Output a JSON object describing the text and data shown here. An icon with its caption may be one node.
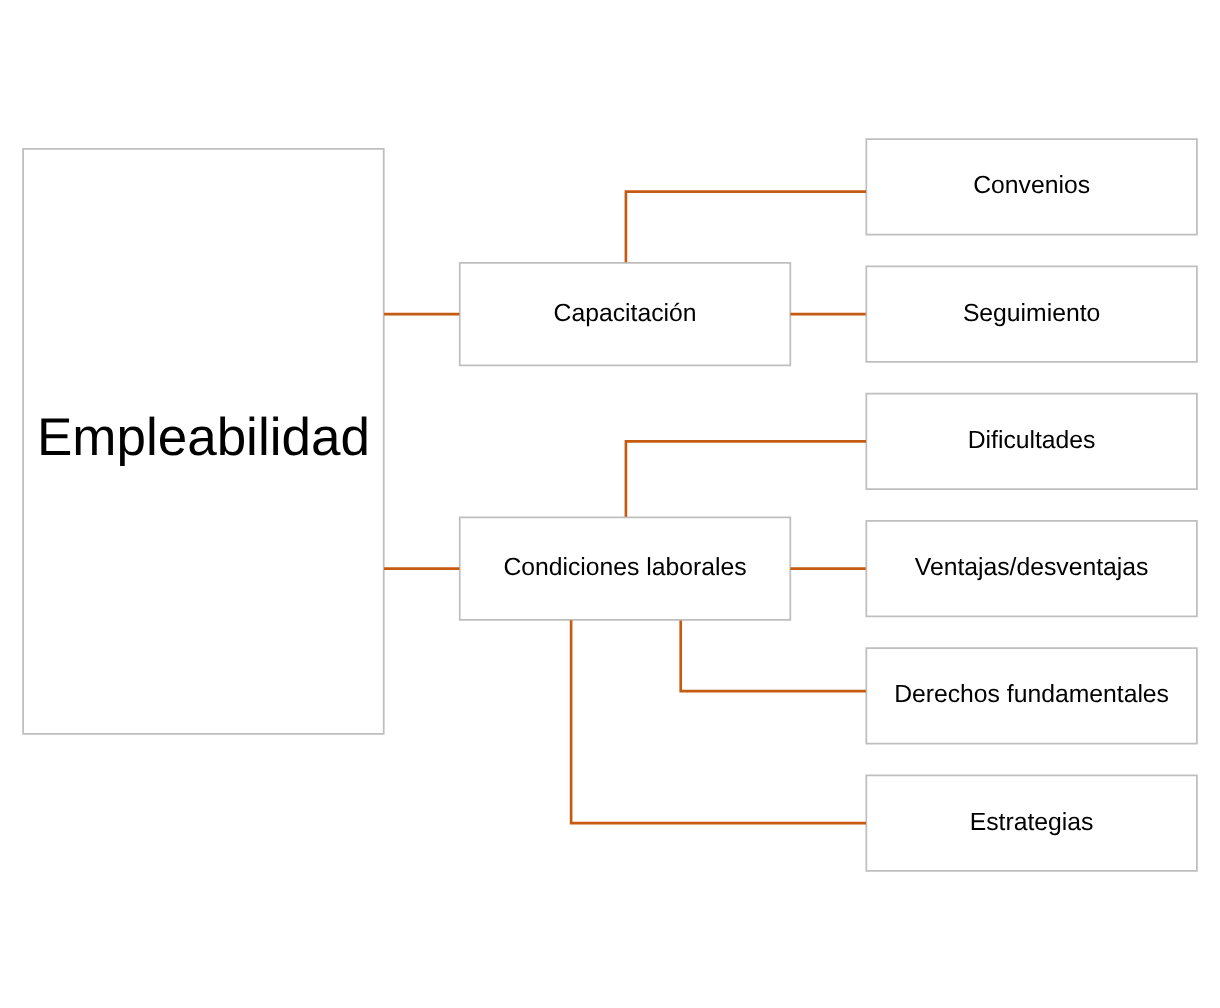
{
  "diagram": {
    "nodes": [
      {
        "text": [
          "Empleabilidad"
        ]
      },
      {
        "text": [
          "Capacitación"
        ]
      },
      {
        "text": [
          "Convenios"
        ]
      },
      {
        "text": [
          "Seguimiento"
        ]
      },
      {
        "text": [
          "Condiciones laborales"
        ]
      },
      {
        "text": [
          "Dificultades"
        ]
      },
      {
        "text": [
          "Ventajas/desventajas"
        ]
      },
      {
        "text": [
          "Derechos fundamentales"
        ]
      },
      {
        "text": [
          "Estrategias"
        ]
      }
    ],
    "edges": [
      {
        "from": 0,
        "to": 1,
        "arrow": "none"
      },
      {
        "from": 0,
        "to": 4,
        "arrow": "none"
      },
      {
        "from": 1,
        "to": 2,
        "arrow": "none"
      },
      {
        "from": 1,
        "to": 3,
        "arrow": "none"
      },
      {
        "from": 4,
        "to": 5,
        "arrow": "none"
      },
      {
        "from": 4,
        "to": 6,
        "arrow": "none"
      },
      {
        "from": 4,
        "to": 7,
        "arrow": "none"
      },
      {
        "from": 4,
        "to": 8,
        "arrow": "none"
      }
    ]
  }
}
